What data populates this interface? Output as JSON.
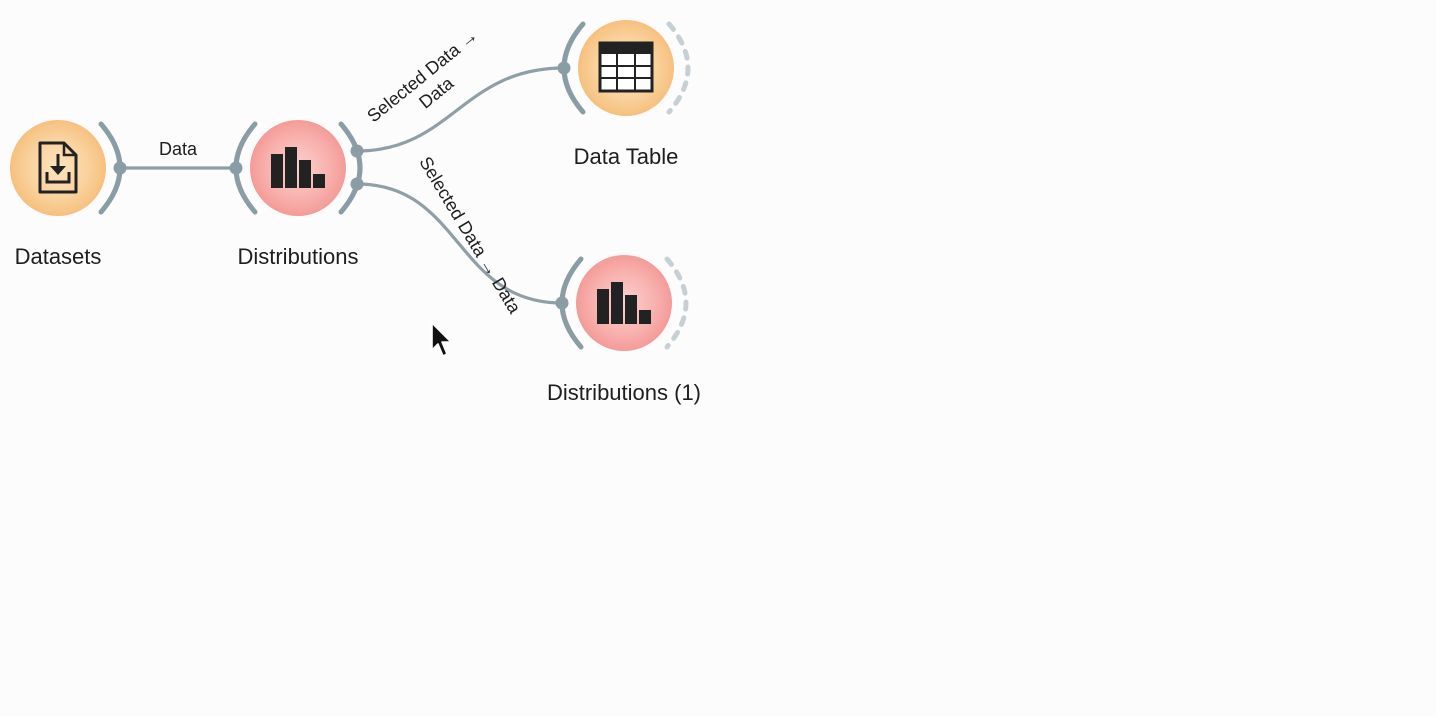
{
  "workflow": {
    "nodes": [
      {
        "id": "datasets",
        "label": "Datasets",
        "icon": "file-download-icon",
        "color": "#f8c88a"
      },
      {
        "id": "distributions",
        "label": "Distributions",
        "icon": "bar-chart-icon",
        "color": "#f5a0a0"
      },
      {
        "id": "data_table",
        "label": "Data Table",
        "icon": "table-icon",
        "color": "#f8c88a"
      },
      {
        "id": "distributions_1",
        "label": "Distributions (1)",
        "icon": "bar-chart-icon",
        "color": "#f5a0a0"
      }
    ],
    "links": [
      {
        "from": "datasets",
        "to": "distributions",
        "label": "Data"
      },
      {
        "from": "distributions",
        "to": "data_table",
        "label_line1": "Selected Data →",
        "label_line2": "Data"
      },
      {
        "from": "distributions",
        "to": "distributions_1",
        "label": "Selected Data → Data"
      }
    ]
  },
  "colors": {
    "link": "#8e9fa6",
    "anchor": "#8a9ca4",
    "open_anchor": "#c6d0d4",
    "canvas_background": "#fcfcfc"
  }
}
